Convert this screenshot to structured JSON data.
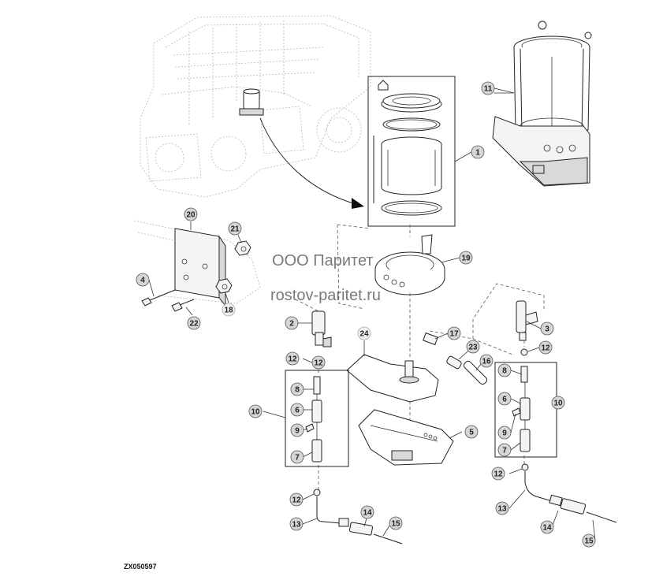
{
  "diagram": {
    "drawing_code": "ZX050597",
    "watermark": {
      "line1": "ООО Паритет",
      "line2": "rostov-paritet.ru"
    },
    "callouts": [
      {
        "id": "c1",
        "label": "1",
        "filled": true
      },
      {
        "id": "c2",
        "label": "2",
        "filled": true
      },
      {
        "id": "c3",
        "label": "3",
        "filled": true
      },
      {
        "id": "c4",
        "label": "4",
        "filled": true
      },
      {
        "id": "c5",
        "label": "5",
        "filled": true
      },
      {
        "id": "c6a",
        "label": "6",
        "filled": true
      },
      {
        "id": "c6b",
        "label": "6",
        "filled": true
      },
      {
        "id": "c7a",
        "label": "7",
        "filled": true
      },
      {
        "id": "c7b",
        "label": "7",
        "filled": true
      },
      {
        "id": "c8a",
        "label": "8",
        "filled": true
      },
      {
        "id": "c8b",
        "label": "8",
        "filled": true
      },
      {
        "id": "c9a",
        "label": "9",
        "filled": true
      },
      {
        "id": "c9b",
        "label": "9",
        "filled": true
      },
      {
        "id": "c10a",
        "label": "10",
        "filled": true
      },
      {
        "id": "c10b",
        "label": "10",
        "filled": true
      },
      {
        "id": "c11",
        "label": "11",
        "filled": true
      },
      {
        "id": "c12a",
        "label": "12",
        "filled": true
      },
      {
        "id": "c12b",
        "label": "12",
        "filled": true
      },
      {
        "id": "c12c",
        "label": "12",
        "filled": true
      },
      {
        "id": "c12d",
        "label": "12",
        "filled": true
      },
      {
        "id": "c12e",
        "label": "12",
        "filled": true
      },
      {
        "id": "c13a",
        "label": "13",
        "filled": true
      },
      {
        "id": "c13b",
        "label": "13",
        "filled": true
      },
      {
        "id": "c14a",
        "label": "14",
        "filled": true
      },
      {
        "id": "c14b",
        "label": "14",
        "filled": true
      },
      {
        "id": "c15a",
        "label": "15",
        "filled": true
      },
      {
        "id": "c15b",
        "label": "15",
        "filled": true
      },
      {
        "id": "c16",
        "label": "16",
        "filled": true
      },
      {
        "id": "c17",
        "label": "17",
        "filled": true
      },
      {
        "id": "c18",
        "label": "18",
        "filled": false
      },
      {
        "id": "c19",
        "label": "19",
        "filled": true
      },
      {
        "id": "c20",
        "label": "20",
        "filled": true
      },
      {
        "id": "c21",
        "label": "21",
        "filled": true
      },
      {
        "id": "c22",
        "label": "22",
        "filled": true
      },
      {
        "id": "c23",
        "label": "23",
        "filled": true
      },
      {
        "id": "c24",
        "label": "24",
        "filled": false
      }
    ]
  }
}
